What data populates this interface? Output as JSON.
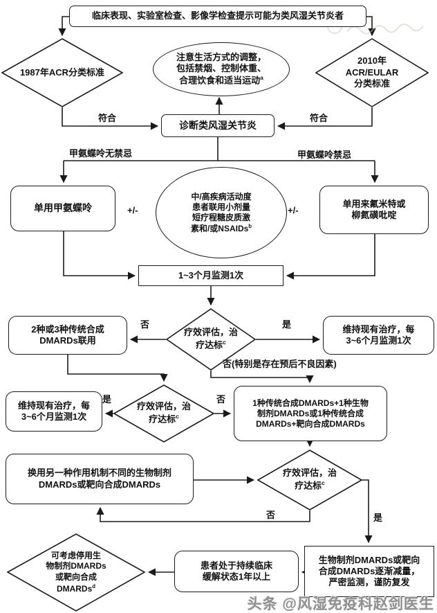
{
  "nodes": {
    "screening": {
      "label": "临床表现、实验室检查、影像学检查提示可能为类风湿关节炎者"
    },
    "acr1987": {
      "label": "1987年ACR分类标准"
    },
    "acr2010": {
      "label": "2010年\nACR/EULAR\n分类标准"
    },
    "lifestyle_note": {
      "label": "注意生活方式的调整，\n包括禁烟、控制体重、\n合理饮食和适当运动",
      "sup": "a"
    },
    "diagnosis": {
      "label": "诊断类风湿关节炎"
    },
    "mtx_mono": {
      "label": "单用甲氨蝶呤"
    },
    "gc_note": {
      "label": "中/高疾病活动度\n患者联用小剂量\n短疗程糖皮质激\n素和/或NSAIDs",
      "sup": "b"
    },
    "lef_ssz": {
      "label": "单用来氟米特或\n柳氮磺吡啶"
    },
    "monitor": {
      "label": "1~3个月监测1次"
    },
    "assess1": {
      "label": "疗效评估，治\n疗达标",
      "sup": "c"
    },
    "csdmards": {
      "label": "2种或3种传统合成\nDMARDs联用"
    },
    "maintain1": {
      "label": "维持现有治疗，每\n3~6个月监测1次"
    },
    "assess2": {
      "label": "疗效评估，治\n疗达标",
      "sup": "c"
    },
    "maintain2": {
      "label": "维持现有治疗，每\n3~6个月监测1次"
    },
    "bio_combo": {
      "label": "1种传统合成DMARDs+1种生物\n制剂DMARDs或1种传统合成\nDMARDs+靶向合成DMARDs"
    },
    "switch_moa": {
      "label": "换用另一种作用机制不同的生物制剂\nDMARDs或靶向合成DMARDs"
    },
    "assess3": {
      "label": "疗效评估，治\n疗达标",
      "sup": "c"
    },
    "taper": {
      "label": "生物制剂DMARDs或靶向\n合成DMARDs逐渐减量，\n严密监测，谨防复发"
    },
    "remission": {
      "label": "患者处于持续临床\n缓解状态1年以上"
    },
    "consider_stop": {
      "label": "可考虑停用生\n物制剂DMARDs\n或靶向合成\nDMARDs",
      "sup": "d"
    }
  },
  "edge_labels": {
    "fuhe_left": "符合",
    "fuhe_right": "符合",
    "mtx_no_contra": "甲氨蝶呤无禁忌",
    "mtx_contra": "甲氨蝶呤禁忌",
    "pm_left": "+/-",
    "pm_right": "+/-",
    "no1": "否",
    "yes1": "是",
    "no_special": "否(特别是存在预后不良因素)",
    "yes2": "是",
    "no2": "否",
    "no3": "否",
    "yes3": "是"
  },
  "watermark": {
    "bottom": "头条 @风湿免疫科赵剑医生"
  },
  "colors": {
    "line": "#1a1a1a",
    "text": "#111111",
    "watermark_text": "#8f8f8f"
  }
}
